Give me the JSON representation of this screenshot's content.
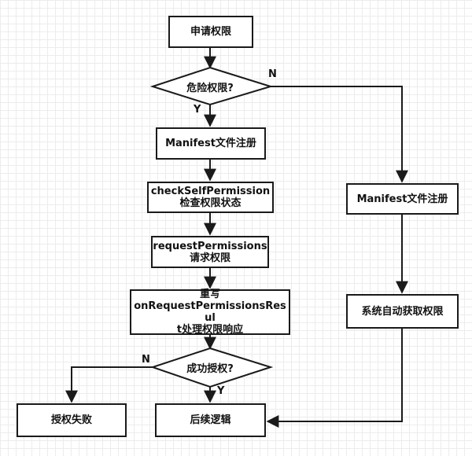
{
  "nodes": {
    "apply": "申请权限",
    "decision_dangerous": "危险权限?",
    "manifest_left": "Manifest文件注册",
    "check_line1": "checkSelfPermission",
    "check_line2": "检查权限状态",
    "request_line1": "requestPermissions",
    "request_line2": "请求权限",
    "override_line1": "重写",
    "override_line2": "onRequestPermissionsResul",
    "override_line3": "t处理权限响应",
    "decision_granted": "成功授权?",
    "fail": "授权失败",
    "followup": "后续逻辑",
    "manifest_right": "Manifest文件注册",
    "auto_grant": "系统自动获取权限"
  },
  "edge_labels": {
    "dangerous_no": "N",
    "dangerous_yes": "Y",
    "granted_no": "N",
    "granted_yes": "Y"
  },
  "colors": {
    "stroke": "#1a1a1a",
    "fill": "#ffffff",
    "grid": "#ececec"
  }
}
